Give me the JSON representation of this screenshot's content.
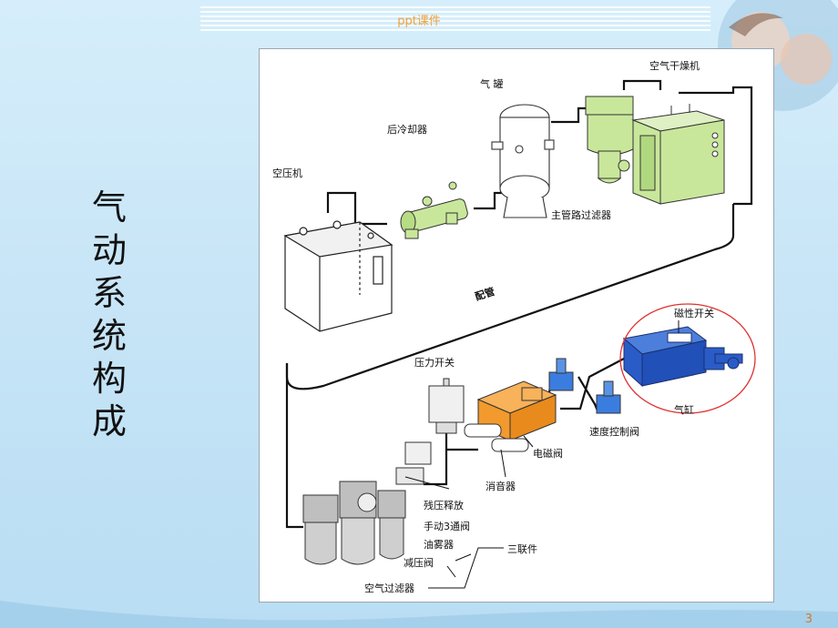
{
  "header": {
    "source_text": "ppt课件"
  },
  "title": {
    "chars": [
      "气",
      "动",
      "系",
      "统",
      "构",
      "成"
    ]
  },
  "labels": {
    "compressor": "空压机",
    "aftercooler": "后冷却器",
    "tank": "气  罐",
    "air_dryer": "空气干燥机",
    "main_filter": "主管路过滤器",
    "piping": "配管",
    "magnetic_switch": "磁性开关",
    "pressure_switch": "压力开关",
    "cylinder": "气缸",
    "speed_control_valve": "速度控制阀",
    "solenoid_valve": "电磁阀",
    "silencer": "消音器",
    "residual_release": "残压释放",
    "manual_3way_valve": "手动3通阀",
    "lubricator": "油雾器",
    "frl_unit": "三联件",
    "regulator": "减压阀",
    "air_filter": "空气过滤器"
  },
  "page": {
    "number": "3"
  },
  "colors": {
    "accent_green": "#c9e79b",
    "accent_orange": "#f29a2e",
    "accent_blue": "#2a5cc8",
    "highlight_red": "#e03030"
  }
}
